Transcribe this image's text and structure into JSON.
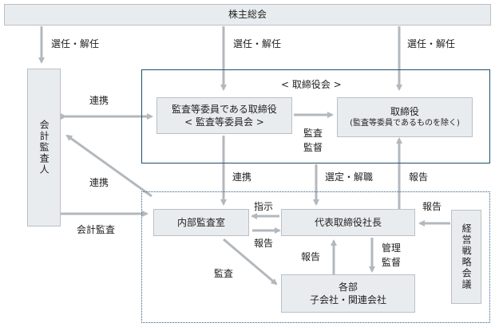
{
  "boxes": {
    "shareholders": "株主総会",
    "accounting_auditor": "会計監査人",
    "board_title": "< 取締役会 >",
    "audit_director_line1": "監査等委員である取締役",
    "audit_director_line2": "< 監査等委員会 >",
    "director_line1": "取締役",
    "director_line2": "(監査等委員であるものを除く)",
    "internal_audit": "内部監査室",
    "president": "代表取締役社長",
    "divisions_line1": "各部",
    "divisions_line2": "子会社・関連会社",
    "strategy_meeting": "経営戦略会議"
  },
  "labels": {
    "elect_dismiss_1": "選任・解任",
    "elect_dismiss_2": "選任・解任",
    "elect_dismiss_3": "選任・解任",
    "cooperation_top": "連携",
    "cooperation_left": "連携",
    "cooperation_center": "連携",
    "accounting_audit": "会計監査",
    "audit_supervise_line1": "監査",
    "audit_supervise_line2": "監督",
    "select_dismiss": "選定・解職",
    "report_right": "報告",
    "report_strategy": "報告",
    "instruct": "指示",
    "report_internal": "報告",
    "report_divisions": "報告",
    "manage_line1": "管理",
    "manage_line2": "監督",
    "audit_divisions": "監査"
  },
  "colors": {
    "box_fill": "#e9ecef",
    "box_border": "#b9c0c7",
    "arrow": "#b3b8bd",
    "board_border": "#1f4e6b",
    "dotted_border": "#2e5b8a"
  }
}
